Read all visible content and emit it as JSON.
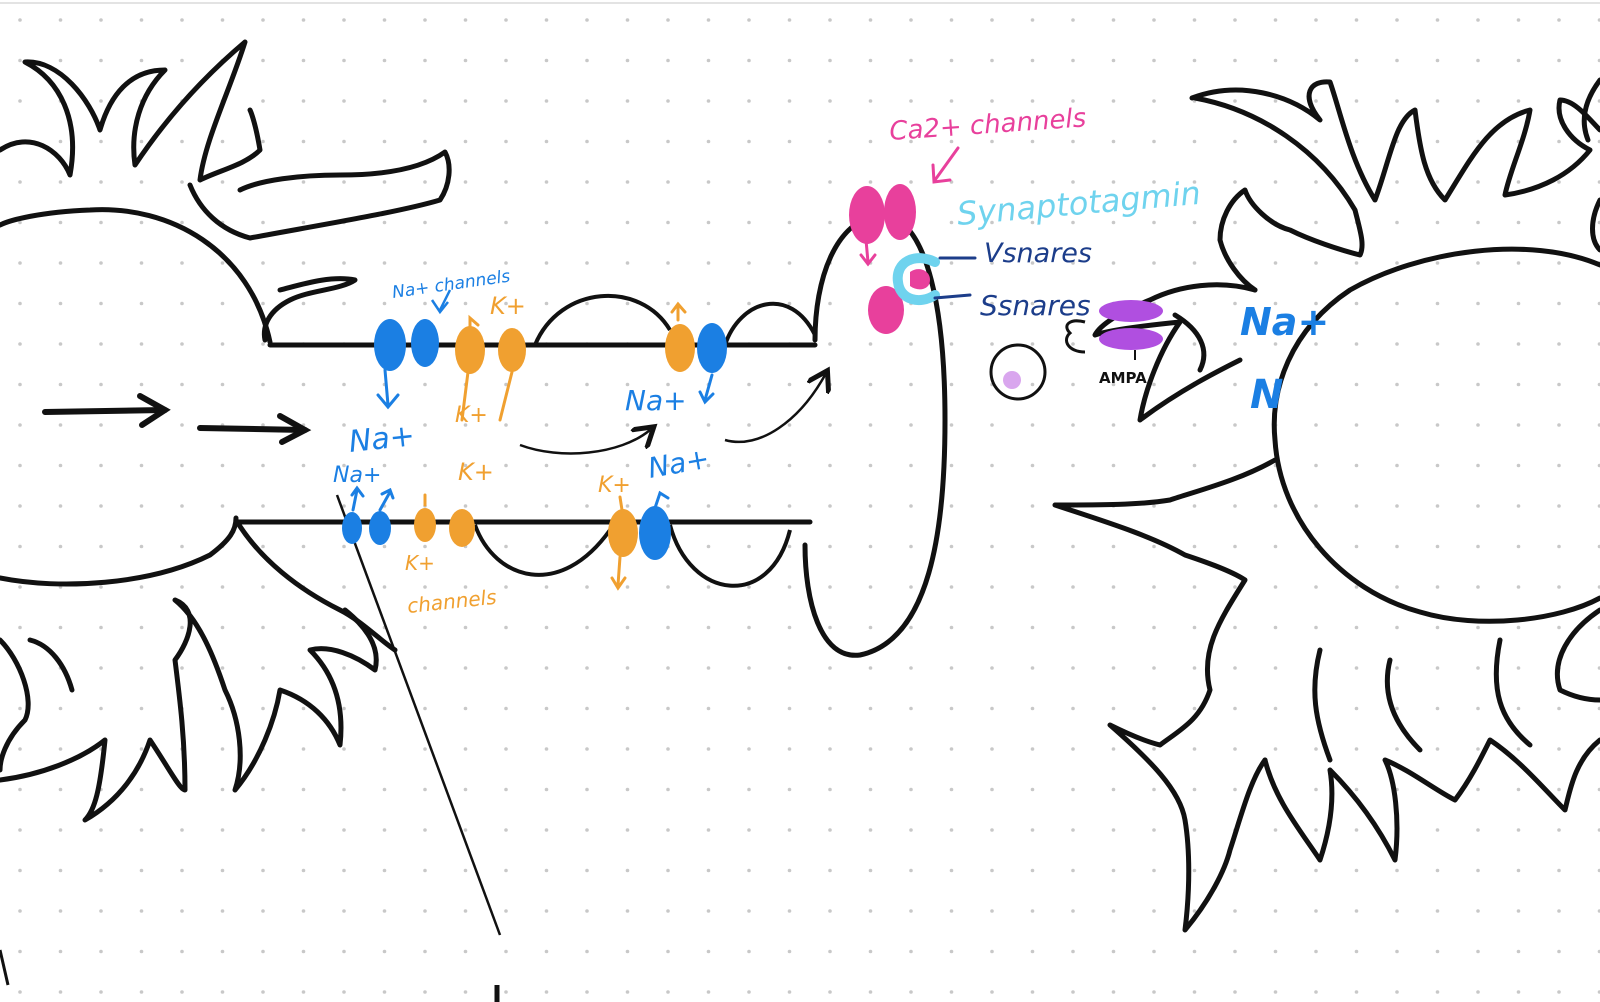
{
  "labels": {
    "na_channels": "Na+ channels",
    "k_plus_top": "K+",
    "na_plus_left": "Na+",
    "na_plus_left_low": "Na+",
    "k_plus_mid": "K+",
    "k_plus_low": "K+",
    "k_plus_bottom": "K+",
    "k_channels": "channels",
    "na_plus_mid": "Na+",
    "k_plus_right": "K+",
    "na_plus_right": "Na+",
    "ca_channels": "Ca2+ channels",
    "synaptotagmin": "Synaptotagmin",
    "vsnares": "Vsnares",
    "ssnares": "Ssnares",
    "ampa": "AMPA",
    "na_plus_post": "Na+",
    "n_post": "N"
  },
  "colors": {
    "ink": "#111111",
    "sodium": "#1b7fe3",
    "potassium": "#f0a030",
    "calcium": "#e8409c",
    "synaptotagmin": "#6fd3ee",
    "snare": "#1c3d8a",
    "ampa": "#b04fe0",
    "grid_dot": "#c8c8c8"
  }
}
